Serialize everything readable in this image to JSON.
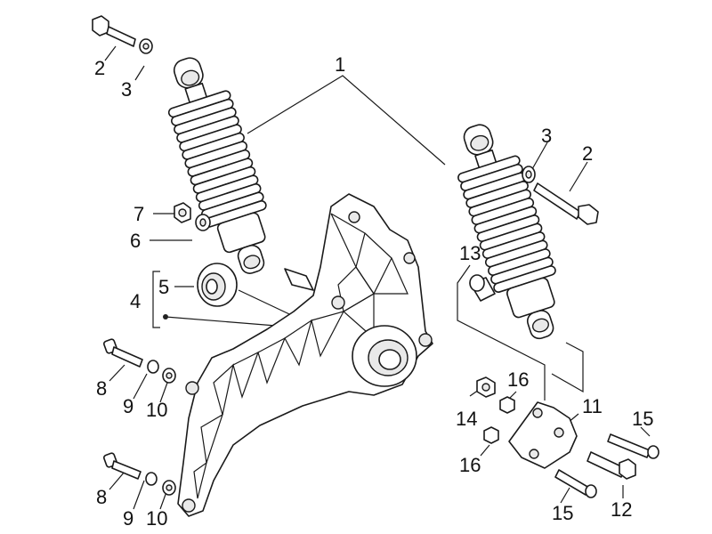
{
  "labels": {
    "l1": "1",
    "l2a": "2",
    "l3a": "3",
    "l2b": "2",
    "l3b": "3",
    "l4": "4",
    "l5": "5",
    "l6": "6",
    "l7": "7",
    "l8a": "8",
    "l9a": "9",
    "l10a": "10",
    "l8b": "8",
    "l9b": "9",
    "l10b": "10",
    "l11": "11",
    "l12": "12",
    "l13": "13",
    "l14": "14",
    "l15a": "15",
    "l15b": "15",
    "l16a": "16",
    "l16b": "16"
  }
}
